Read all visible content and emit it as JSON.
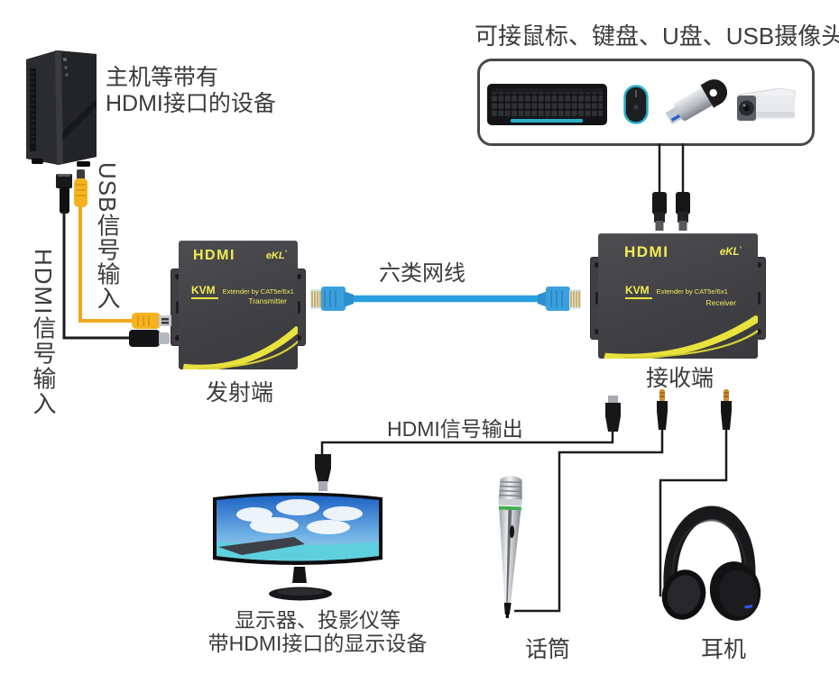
{
  "colors": {
    "background": "#ffffff",
    "text": "#3b3b3b",
    "device_body": "#414145",
    "device_text_yellow": "#f2ec52",
    "swoosh_yellow": "#e9e23d",
    "cat6_cable_blue": "#2b9fdf",
    "usb_cable_yellow": "#f3a81c",
    "black_cable": "#1c1c1e",
    "peripheral_accent_teal": "#2cb0c8",
    "audio_jack_gold": "#cf8c2d"
  },
  "host": {
    "line1": "主机等带有",
    "line2": "HDMI接口的设备"
  },
  "inputs": {
    "usb_label": "USB信号输入",
    "hdmi_label": "HDMI信号输入"
  },
  "peripherals": {
    "title": "可接鼠标、键盘、U盘、USB摄像头",
    "items": [
      "keyboard-icon",
      "mouse-icon",
      "usb-drive-icon",
      "usb-camera-icon"
    ]
  },
  "link": {
    "cable_label": "六类网线"
  },
  "devices": {
    "transmitter": {
      "hdmi_logo": "HDMI",
      "brand": "eKL",
      "kvm": "KVM",
      "extender": "Extender by CAT5e/6x1",
      "role": "Transmitter",
      "caption": "发射端"
    },
    "receiver": {
      "hdmi_logo": "HDMI",
      "brand": "eKL",
      "kvm": "KVM",
      "extender": "Extender by CAT5e/6x1",
      "role": "Receiver",
      "caption": "接收端"
    }
  },
  "output": {
    "hdmi_label": "HDMI信号输出",
    "mic_label": "话筒",
    "headphones_label": "耳机"
  },
  "display": {
    "line1": "显示器、投影仪等",
    "line2": "带HDMI接口的显示设备"
  },
  "icons": [
    "pc-tower-icon",
    "keyboard-icon",
    "mouse-icon",
    "usb-drive-icon",
    "usb-camera-icon",
    "monitor-icon",
    "microphone-icon",
    "headphones-icon",
    "rj45-connector-icon",
    "hdmi-connector-icon",
    "usb-connector-icon",
    "audio-jack-icon"
  ]
}
